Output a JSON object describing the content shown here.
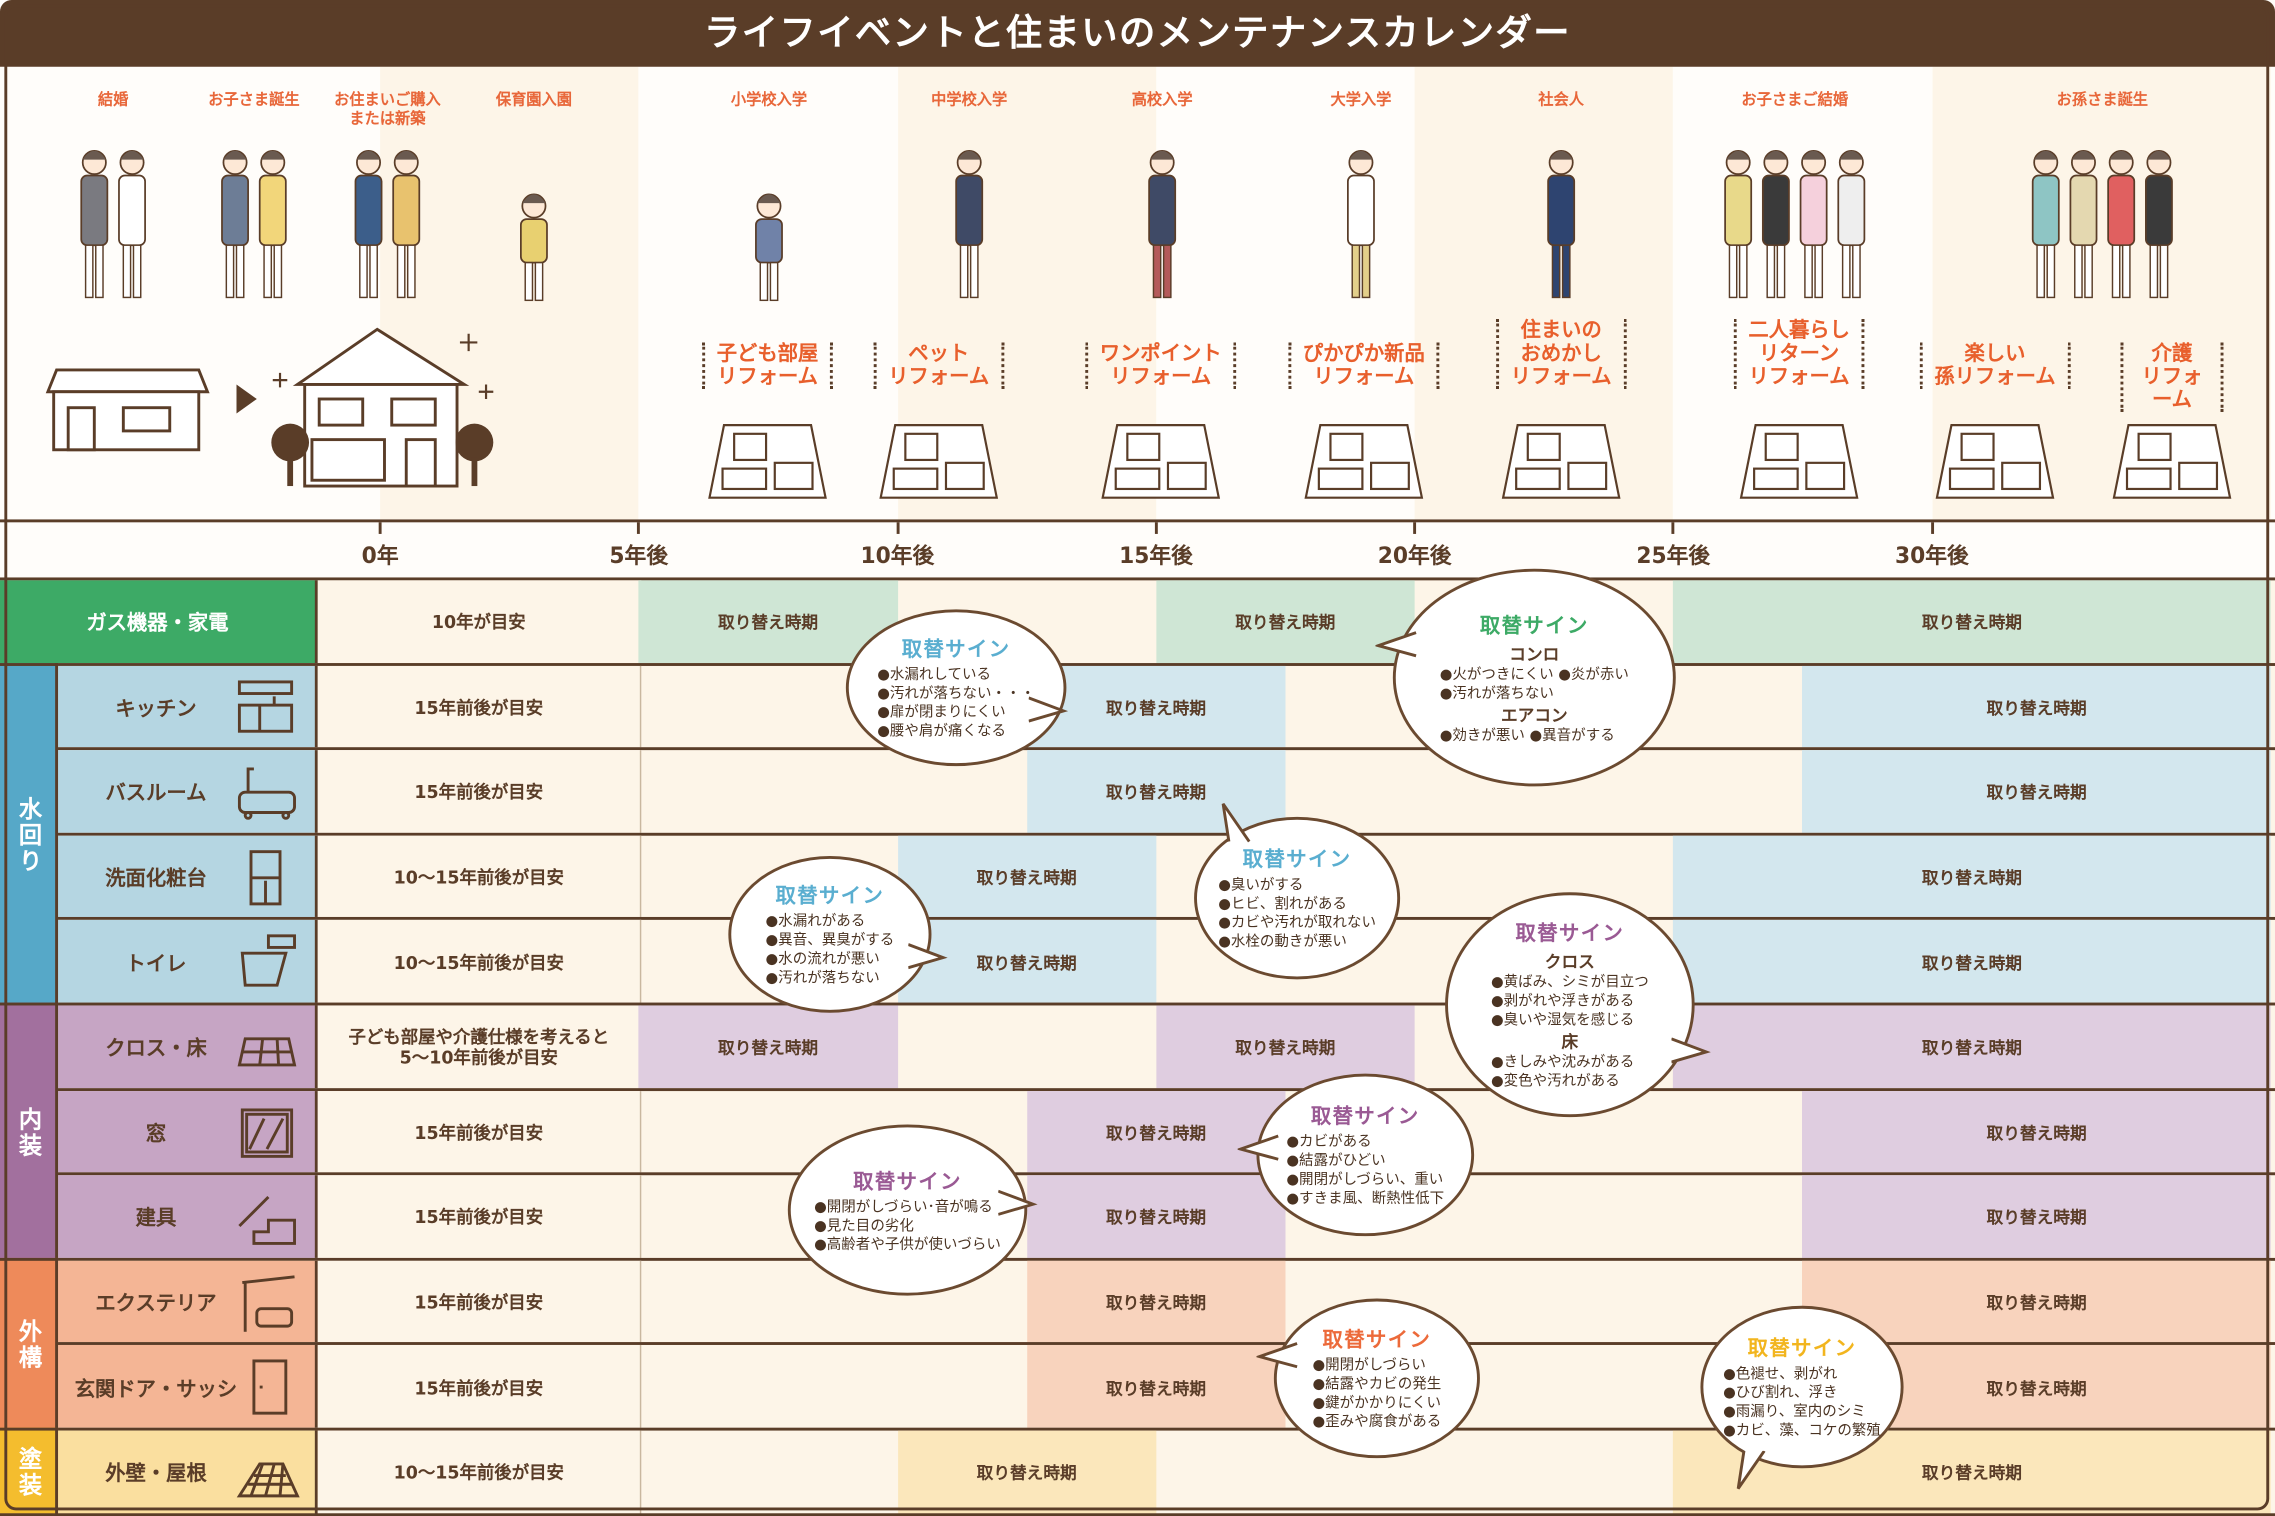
{
  "title": "ライフイベントと住まいのメンテナンスカレンダー",
  "events": [
    {
      "label": "結婚"
    },
    {
      "label": "お子さま誕生"
    },
    {
      "label": "お住まいご購入\nまたは新築"
    },
    {
      "label": "保育園入園"
    },
    {
      "label": "小学校入学"
    },
    {
      "label": "中学校入学"
    },
    {
      "label": "高校入学"
    },
    {
      "label": "大学入学"
    },
    {
      "label": "社会人"
    },
    {
      "label": "お子さまご結婚"
    },
    {
      "label": "お孫さま誕生"
    }
  ],
  "reforms": [
    {
      "label": "子ども部屋\nリフォーム"
    },
    {
      "label": "ペット\nリフォーム"
    },
    {
      "label": "ワンポイント\nリフォーム"
    },
    {
      "label": "ぴかぴか新品\nリフォーム"
    },
    {
      "label": "住まいの\nおめかし\nリフォーム"
    },
    {
      "label": "二人暮らし\nリターン\nリフォーム"
    },
    {
      "label": "楽しい\n孫リフォーム"
    },
    {
      "label": "介護\nリフォーム"
    }
  ],
  "axis": {
    "ticks": [
      "0年",
      "5年後",
      "10年後",
      "15年後",
      "20年後",
      "25年後",
      "30年後"
    ]
  },
  "colors": {
    "brown": "#5a3d28",
    "cream": "#fdf5e8",
    "event_text": "#e8673a",
    "green": "#3daa66",
    "green_light": "#cfe6d5",
    "blue": "#56a8c8",
    "blue_label": "#b5d6e2",
    "blue_light": "#d3e7ee",
    "purple": "#a2709e",
    "purple_label": "#c6a5c4",
    "purple_light": "#dfcde0",
    "orange": "#ee8a5a",
    "orange_label": "#f4b595",
    "orange_light": "#f8d3bd",
    "yellow": "#f4bd2e",
    "yellow_label": "#fadf9f",
    "yellow_light": "#fbe7bb"
  },
  "groups": [
    {
      "label": "水回り",
      "color": "#56a8c8"
    },
    {
      "label": "内装",
      "color": "#a2709e"
    },
    {
      "label": "外構",
      "color": "#ee8a5a"
    },
    {
      "label": "塗装",
      "color": "#f4bd2e"
    }
  ],
  "rows": [
    {
      "label": "ガス機器・家電",
      "icon": "",
      "guide": "10年が目安",
      "theme": "green",
      "periods": [
        {
          "start": 5,
          "end": 10,
          "label": "取り替え時期"
        },
        {
          "start": 15,
          "end": 20,
          "label": "取り替え時期"
        },
        {
          "start": 25,
          "end": null,
          "label": "取り替え時期"
        }
      ]
    },
    {
      "label": "キッチン",
      "icon": "kitchen-icon",
      "guide": "15年前後が目安",
      "theme": "blue",
      "periods": [
        {
          "start": 12.5,
          "end": 17.5,
          "label": "取り替え時期"
        },
        {
          "start": 27.5,
          "end": null,
          "label": "取り替え時期"
        }
      ]
    },
    {
      "label": "バスルーム",
      "icon": "bathtub-icon",
      "guide": "15年前後が目安",
      "theme": "blue",
      "periods": [
        {
          "start": 12.5,
          "end": 17.5,
          "label": "取り替え時期"
        },
        {
          "start": 27.5,
          "end": null,
          "label": "取り替え時期"
        }
      ]
    },
    {
      "label": "洗面化粧台",
      "icon": "vanity-icon",
      "guide": "10〜15年前後が目安",
      "theme": "blue",
      "periods": [
        {
          "start": 10,
          "end": 15,
          "label": "取り替え時期"
        },
        {
          "start": 25,
          "end": null,
          "label": "取り替え時期"
        }
      ]
    },
    {
      "label": "トイレ",
      "icon": "toilet-icon",
      "guide": "10〜15年前後が目安",
      "theme": "blue",
      "periods": [
        {
          "start": 10,
          "end": 15,
          "label": "取り替え時期"
        },
        {
          "start": 25,
          "end": null,
          "label": "取り替え時期"
        }
      ]
    },
    {
      "label": "クロス・床",
      "icon": "flooring-icon",
      "guide": "子ども部屋や介護仕様を考えると\n5〜10年前後が目安",
      "theme": "purple",
      "periods": [
        {
          "start": 5,
          "end": 10,
          "label": "取り替え時期"
        },
        {
          "start": 15,
          "end": 20,
          "label": "取り替え時期"
        },
        {
          "start": 25,
          "end": null,
          "label": "取り替え時期"
        }
      ]
    },
    {
      "label": "窓",
      "icon": "window-icon",
      "guide": "15年前後が目安",
      "theme": "purple",
      "periods": [
        {
          "start": 12.5,
          "end": 17.5,
          "label": "取り替え時期"
        },
        {
          "start": 27.5,
          "end": null,
          "label": "取り替え時期"
        }
      ]
    },
    {
      "label": "建具",
      "icon": "stairs-icon",
      "guide": "15年前後が目安",
      "theme": "purple",
      "periods": [
        {
          "start": 12.5,
          "end": 17.5,
          "label": "取り替え時期"
        },
        {
          "start": 27.5,
          "end": null,
          "label": "取り替え時期"
        }
      ]
    },
    {
      "label": "エクステリア",
      "icon": "carport-icon",
      "guide": "15年前後が目安",
      "theme": "orange",
      "periods": [
        {
          "start": 12.5,
          "end": 17.5,
          "label": "取り替え時期"
        },
        {
          "start": 27.5,
          "end": null,
          "label": "取り替え時期"
        }
      ]
    },
    {
      "label": "玄関ドア・サッシ",
      "icon": "door-icon",
      "guide": "15年前後が目安",
      "theme": "orange",
      "periods": [
        {
          "start": 12.5,
          "end": 17.5,
          "label": "取り替え時期"
        },
        {
          "start": 27.5,
          "end": null,
          "label": "取り替え時期"
        }
      ]
    },
    {
      "label": "外壁・屋根",
      "icon": "roof-icon",
      "guide": "10〜15年前後が目安",
      "theme": "yellow",
      "periods": [
        {
          "start": 10,
          "end": 15,
          "label": "取り替え時期"
        },
        {
          "start": 25,
          "end": null,
          "label": "取り替え時期"
        }
      ]
    }
  ],
  "bubbles": [
    {
      "title": "取替サイン",
      "color": "#5aaed0",
      "sections": [
        {
          "heading": "",
          "items": [
            "●水漏れしている",
            "●汚れが落ちない・・・",
            "●扉が閉まりにくい",
            "●腰や肩が痛くなる"
          ]
        }
      ]
    },
    {
      "title": "取替サイン",
      "color": "#3daa66",
      "sections": [
        {
          "heading": "コンロ",
          "items": [
            "●火がつきにくい ●炎が赤い",
            "●汚れが落ちない"
          ]
        },
        {
          "heading": "エアコン",
          "items": [
            "●効きが悪い ●異音がする"
          ]
        }
      ]
    },
    {
      "title": "取替サイン",
      "color": "#5aaed0",
      "sections": [
        {
          "heading": "",
          "items": [
            "●臭いがする",
            "●ヒビ、割れがある",
            "●カビや汚れが取れない",
            "●水栓の動きが悪い"
          ]
        }
      ]
    },
    {
      "title": "取替サイン",
      "color": "#5aaed0",
      "sections": [
        {
          "heading": "",
          "items": [
            "●水漏れがある",
            "●異音、異臭がする",
            "●水の流れが悪い",
            "●汚れが落ちない"
          ]
        }
      ]
    },
    {
      "title": "取替サイン",
      "color": "#9a5a94",
      "sections": [
        {
          "heading": "クロス",
          "items": [
            "●黄ばみ、シミが目立つ",
            "●剥がれや浮きがある",
            "●臭いや湿気を感じる"
          ]
        },
        {
          "heading": "床",
          "items": [
            "●きしみや沈みがある",
            "●変色や汚れがある"
          ]
        }
      ]
    },
    {
      "title": "取替サイン",
      "color": "#9a5a94",
      "sections": [
        {
          "heading": "",
          "items": [
            "●カビがある",
            "●結露がひどい",
            "●開閉がしづらい、重い",
            "●すきま風、断熱性低下"
          ]
        }
      ]
    },
    {
      "title": "取替サイン",
      "color": "#9a5a94",
      "sections": [
        {
          "heading": "",
          "items": [
            "●開閉がしづらい･音が鳴る",
            "●見た目の劣化",
            "●高齢者や子供が使いづらい"
          ]
        }
      ]
    },
    {
      "title": "取替サイン",
      "color": "#ec6a3a",
      "sections": [
        {
          "heading": "",
          "items": [
            "●開閉がしづらい",
            "●結露やカビの発生",
            "●鍵がかかりにくい",
            "●歪みや腐食がある"
          ]
        }
      ]
    },
    {
      "title": "取替サイン",
      "color": "#f2b51e",
      "sections": [
        {
          "heading": "",
          "items": [
            "●色褪せ、剥がれ",
            "●ひび割れ、浮き",
            "●雨漏り、室内のシミ",
            "●カビ、藻、コケの繁殖"
          ]
        }
      ]
    }
  ]
}
